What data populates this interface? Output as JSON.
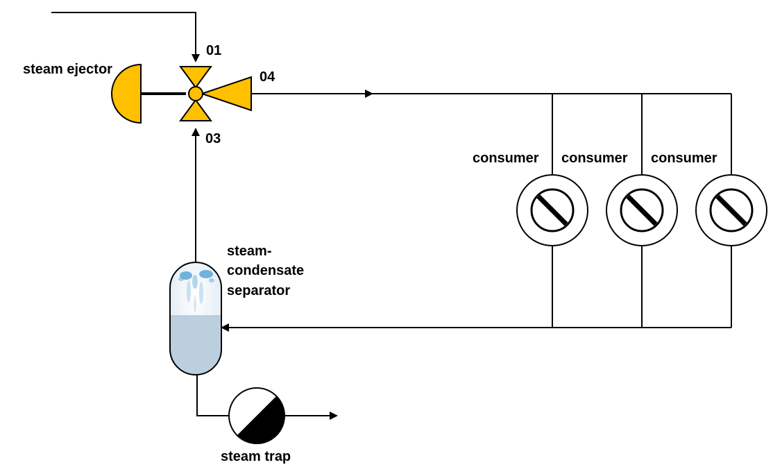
{
  "labels": {
    "ejector": "steam ejector",
    "port_01": "01",
    "port_03": "03",
    "port_04": "04",
    "consumer_1": "consumer",
    "consumer_2": "consumer",
    "consumer_3": "consumer",
    "separator_line1": "steam-",
    "separator_line2": "condensate",
    "separator_line3": "separator",
    "trap": "steam trap"
  },
  "colors": {
    "ejector_fill": "#FFC000",
    "liquid_fill": "#BCCFDF",
    "steam_blue": "#5AA6D6"
  }
}
